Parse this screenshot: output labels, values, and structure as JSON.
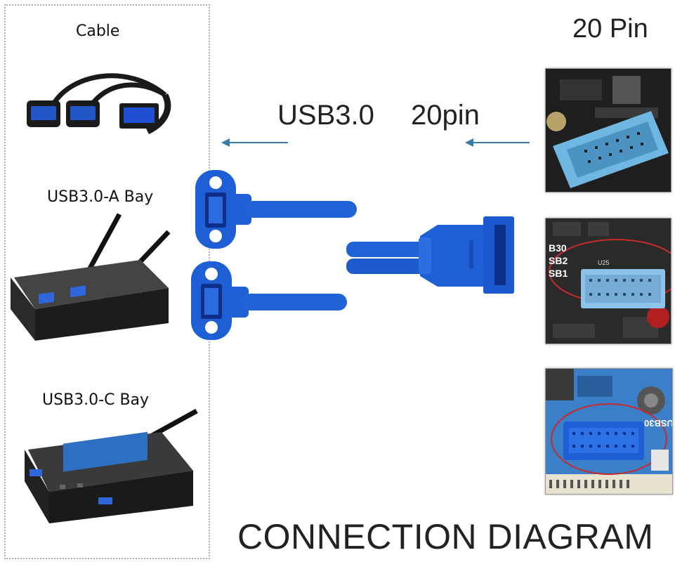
{
  "labels": {
    "cable": "Cable",
    "a_bay": "USB3.0-A Bay",
    "c_bay": "USB3.0-C Bay",
    "pin_title": "20 Pin",
    "usb30": "USB3.0",
    "pin20": "20pin",
    "diagram_title": "CONNECTION DIAGRAM"
  },
  "board_labels": {
    "b30": "B30",
    "sb2": "SB2",
    "sb1": "SB1",
    "u25": "U25",
    "usb30_mirror": "USB30"
  },
  "colors": {
    "usb_blue": "#1f5fd6",
    "header_blue": "#6fb7e0",
    "arrow": "#3a7ca5",
    "board_dark": "#2a2a2a",
    "board_blue": "#2f74c2"
  }
}
